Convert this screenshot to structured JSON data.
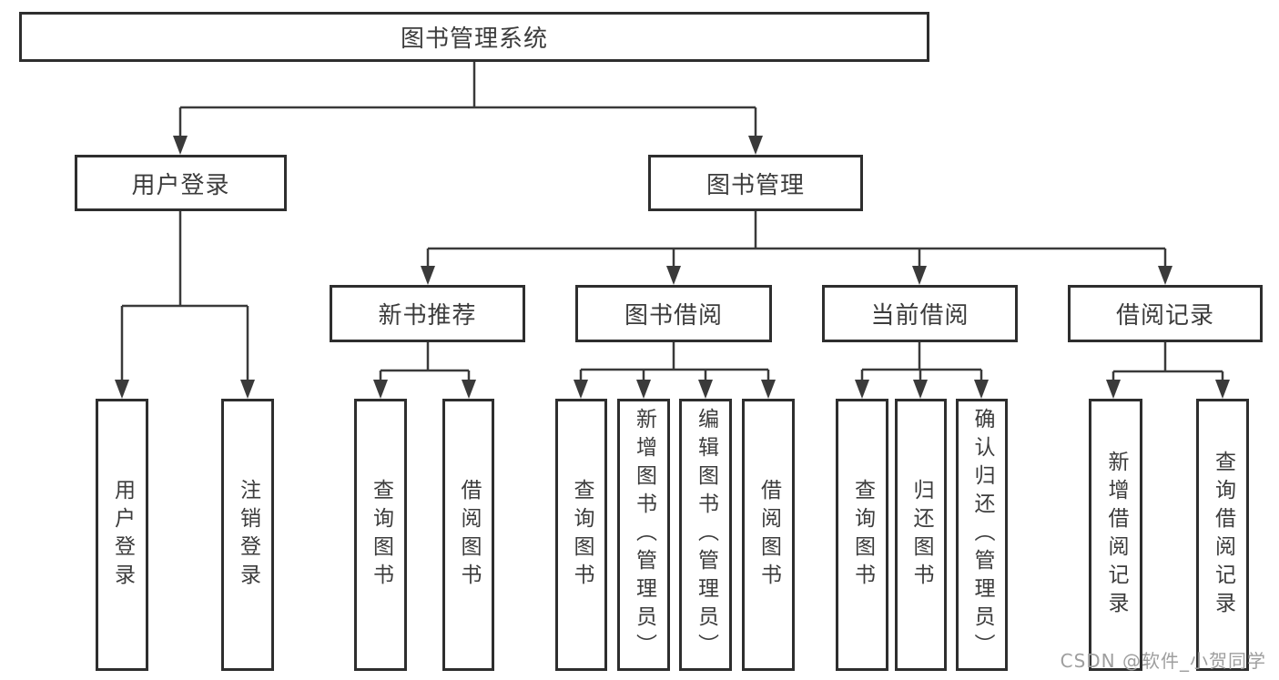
{
  "diagram": {
    "root": {
      "label": "图书管理系统",
      "children": [
        {
          "label": "用户登录",
          "children": [
            {
              "label": "用户登录"
            },
            {
              "label": "注销登录"
            }
          ]
        },
        {
          "label": "图书管理",
          "children": [
            {
              "label": "新书推荐",
              "children": [
                {
                  "label": "查询图书"
                },
                {
                  "label": "借阅图书"
                }
              ]
            },
            {
              "label": "图书借阅",
              "children": [
                {
                  "label": "查询图书"
                },
                {
                  "label": "新增图书（管理员）"
                },
                {
                  "label": "编辑图书（管理员）"
                },
                {
                  "label": "借阅图书"
                }
              ]
            },
            {
              "label": "当前借阅",
              "children": [
                {
                  "label": "查询图书"
                },
                {
                  "label": "归还图书"
                },
                {
                  "label": "确认归还（管理员）"
                }
              ]
            },
            {
              "label": "借阅记录",
              "children": [
                {
                  "label": "新增借阅记录"
                },
                {
                  "label": "查询借阅记录"
                }
              ]
            }
          ]
        }
      ]
    }
  },
  "watermark": {
    "text": "CSDN @软件_小贺同学"
  },
  "colors": {
    "line": "#3a3a3a",
    "border": "#2e2e2e",
    "text": "#3c3c3c",
    "watermark_text": "#9e9e9e",
    "bg": "#ffffff"
  }
}
